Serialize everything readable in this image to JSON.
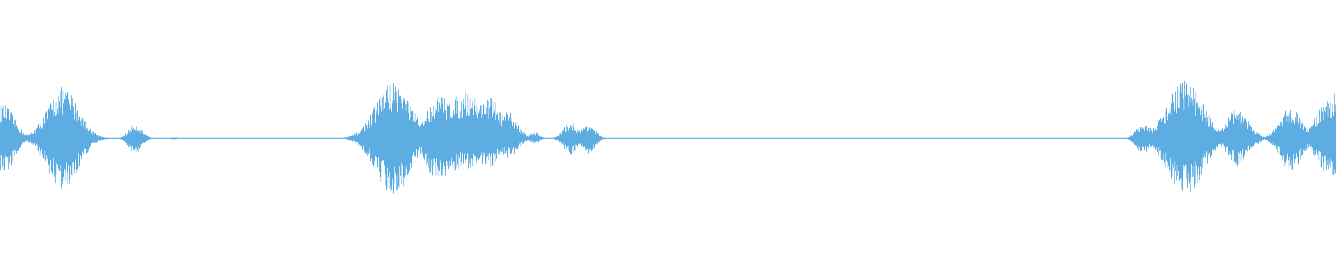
{
  "waveform": {
    "color": "#5DADE2",
    "background": "#FFFFFF",
    "amplitude_peaks": [
      {
        "t": 0.002,
        "up": 0.52,
        "down": 0.55
      },
      {
        "t": 0.008,
        "up": 0.12,
        "down": 0.12
      },
      {
        "t": 0.04,
        "up": 0.34,
        "down": 0.38
      },
      {
        "t": 0.047,
        "up": 0.78,
        "down": 0.8
      },
      {
        "t": 0.055,
        "up": 0.12,
        "down": 0.12
      },
      {
        "t": 0.072,
        "up": 0.05,
        "down": 0.05
      },
      {
        "t": 0.101,
        "up": 0.22,
        "down": 0.24
      },
      {
        "t": 0.13,
        "up": 0.02,
        "down": 0.02
      },
      {
        "t": 0.292,
        "up": 0.48,
        "down": 0.3
      },
      {
        "t": 0.294,
        "up": 0.88,
        "down": 0.86
      },
      {
        "t": 0.3,
        "up": 0.52,
        "down": 0.65
      },
      {
        "t": 0.32,
        "up": 0.08,
        "down": 0.08
      },
      {
        "t": 0.329,
        "up": 0.66,
        "down": 0.68
      },
      {
        "t": 0.34,
        "up": 0.64,
        "down": 0.5
      },
      {
        "t": 0.35,
        "up": 0.72,
        "down": 0.48
      },
      {
        "t": 0.365,
        "up": 0.64,
        "down": 0.45
      },
      {
        "t": 0.38,
        "up": 0.4,
        "down": 0.3
      },
      {
        "t": 0.4,
        "up": 0.1,
        "down": 0.08
      },
      {
        "t": 0.427,
        "up": 0.25,
        "down": 0.25
      },
      {
        "t": 0.44,
        "up": 0.23,
        "down": 0.25
      },
      {
        "t": 0.856,
        "up": 0.25,
        "down": 0.25
      },
      {
        "t": 0.887,
        "up": 0.9,
        "down": 0.88
      },
      {
        "t": 0.9,
        "up": 0.18,
        "down": 0.16
      },
      {
        "t": 0.926,
        "up": 0.46,
        "down": 0.42
      },
      {
        "t": 0.94,
        "up": 0.1,
        "down": 0.1
      },
      {
        "t": 0.966,
        "up": 0.48,
        "down": 0.5
      },
      {
        "t": 0.99,
        "up": 0.08,
        "down": 0.08
      },
      {
        "t": 0.997,
        "up": 0.68,
        "down": 0.64
      }
    ]
  }
}
